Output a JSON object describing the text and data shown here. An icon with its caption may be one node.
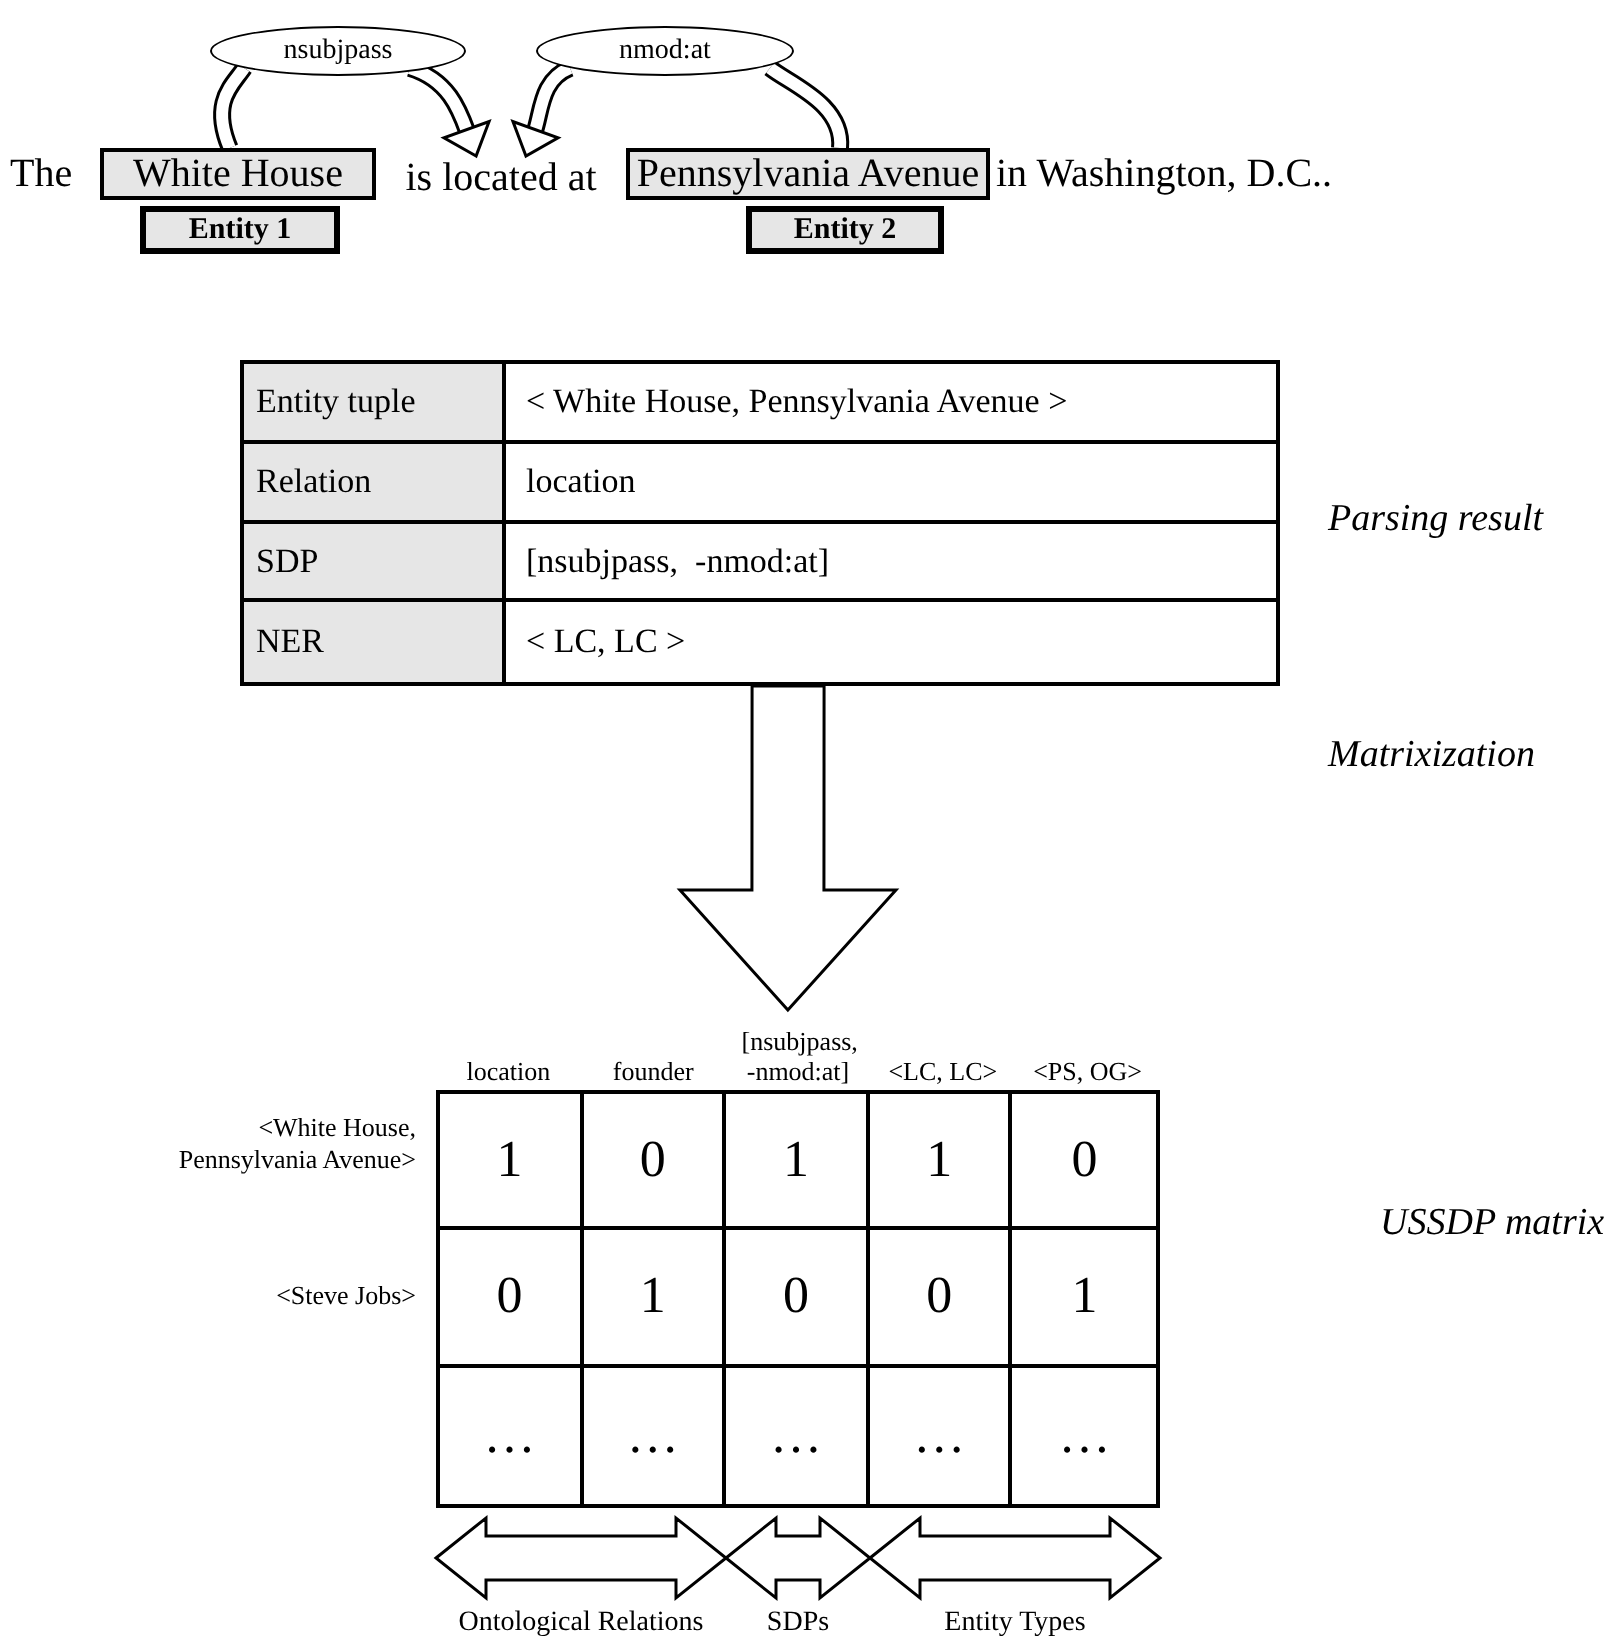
{
  "diagram": {
    "nodes": [
      {
        "text": [
          "nsubjpass"
        ]
      },
      {
        "text": [
          "nmod:at"
        ]
      },
      {
        "text": [
          "White House"
        ]
      },
      {
        "text": [
          "is located at"
        ]
      },
      {
        "text": [
          "Pennsylvania Avenue"
        ]
      },
      {
        "text": [
          "Entity 1"
        ]
      },
      {
        "text": [
          "Entity 2"
        ]
      },
      {
        "text": [
          "Entity tuple",
          "< White House, Pennsylvania Avenue >",
          "Relation",
          "location",
          "SDP",
          "[nsubjpass,  -nmod:at]",
          "NER",
          "< LC, LC >"
        ],
        "beside": [
          "Parsing result"
        ]
      },
      {
        "text": [
          "location",
          "founder",
          "[nsubjpass, -nmod:at]",
          "<LC, LC>",
          "<PS, OG>",
          "1",
          "0",
          "1",
          "1",
          "0",
          "0",
          "1",
          "0",
          "0",
          "1",
          "…",
          "…",
          "…",
          "…",
          "…"
        ]
      }
    ],
    "edges": [
      {
        "from": 2,
        "to": 0,
        "arrow": "none"
      },
      {
        "from": 0,
        "to": 3,
        "arrow": "to"
      },
      {
        "from": 4,
        "to": 1,
        "arrow": "none"
      },
      {
        "from": 1,
        "to": 3,
        "arrow": "to"
      },
      {
        "from": 7,
        "to": 8,
        "arrow": "to"
      }
    ],
    "labels": [
      "The",
      "in Washington, D.C..",
      "Matrixization",
      "<White House, Pennsylvania Avenue>",
      "USSDP matrix",
      "<Steve Jobs>",
      "Ontological Relations",
      "SDPs",
      "Entity Types"
    ]
  }
}
